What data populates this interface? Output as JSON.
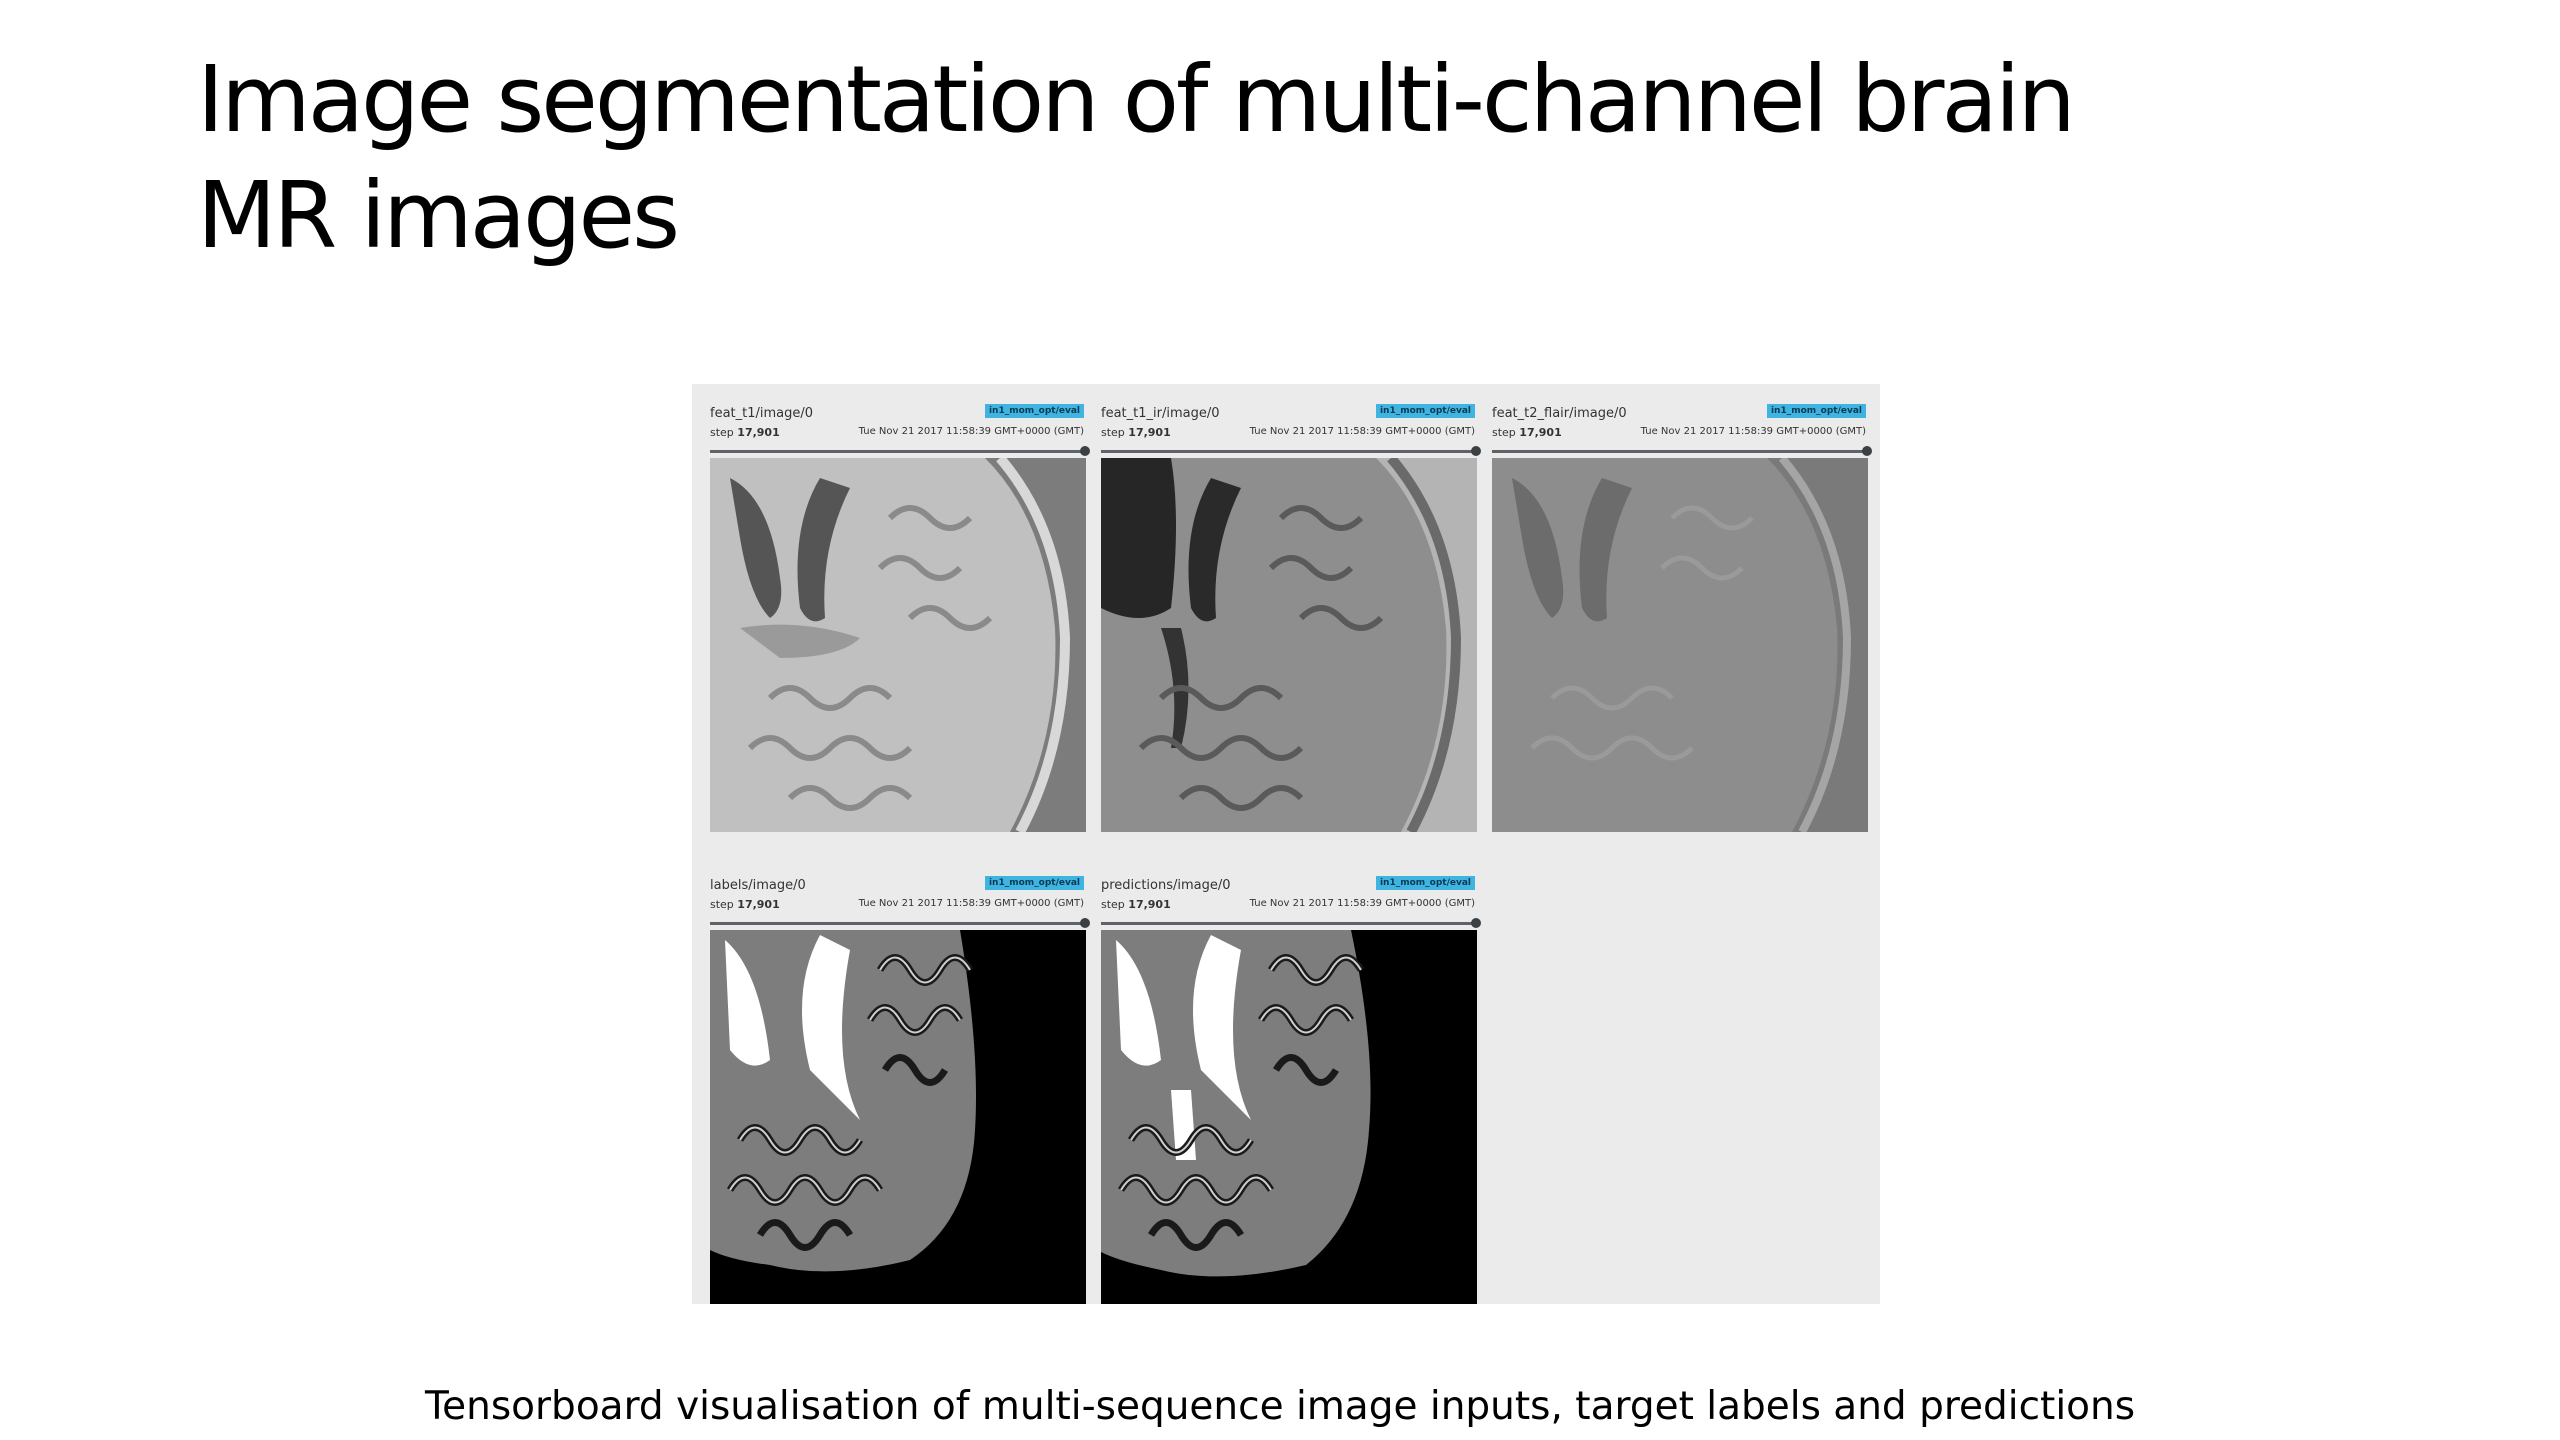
{
  "slide": {
    "title_line1": "Image segmentation of multi-channel brain",
    "title_line2": "MR images",
    "caption": "Tensorboard visualisation of multi-sequence image inputs, target labels and predictions"
  },
  "panels": [
    {
      "title": "feat_t1/image/0",
      "tag": "in1_mom_opt/eval",
      "step_label": "step",
      "step_value": "17,901",
      "time": "Tue Nov 21 2017 11:58:39 GMT+0000 (GMT)"
    },
    {
      "title": "feat_t1_ir/image/0",
      "tag": "in1_mom_opt/eval",
      "step_label": "step",
      "step_value": "17,901",
      "time": "Tue Nov 21 2017 11:58:39 GMT+0000 (GMT)"
    },
    {
      "title": "feat_t2_flair/image/0",
      "tag": "in1_mom_opt/eval",
      "step_label": "step",
      "step_value": "17,901",
      "time": "Tue Nov 21 2017 11:58:39 GMT+0000 (GMT)"
    },
    {
      "title": "labels/image/0",
      "tag": "in1_mom_opt/eval",
      "step_label": "step",
      "step_value": "17,901",
      "time": "Tue Nov 21 2017 11:58:39 GMT+0000 (GMT)"
    },
    {
      "title": "predictions/image/0",
      "tag": "in1_mom_opt/eval",
      "step_label": "step",
      "step_value": "17,901",
      "time": "Tue Nov 21 2017 11:58:39 GMT+0000 (GMT)"
    }
  ],
  "colors": {
    "tag_bg": "#3fb4e0",
    "figure_bg": "#ebebeb",
    "slider": "#5f6368"
  }
}
